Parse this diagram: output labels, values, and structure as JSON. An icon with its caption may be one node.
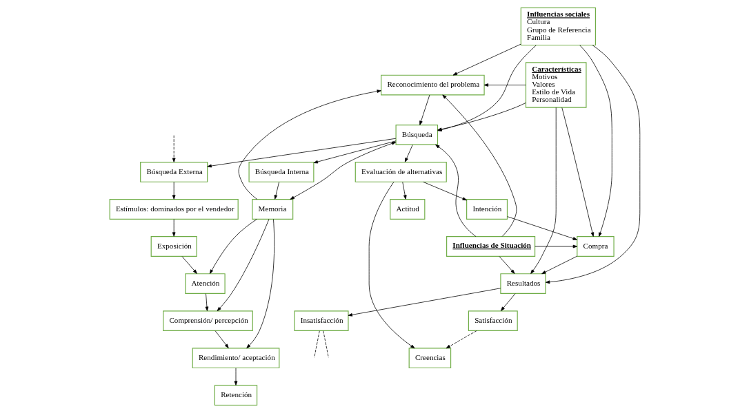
{
  "diagram": {
    "nodes": [
      {
        "text": [
          "Reconocimiento del problema"
        ]
      },
      {
        "text": [
          "Características",
          "Motivos",
          "Valores",
          "Estilo de Vida",
          "Personalidad"
        ]
      },
      {
        "text": [
          "Exposición"
        ]
      },
      {
        "text": [
          "Búsqueda Interna"
        ]
      },
      {
        "text": [
          "Búsqueda"
        ]
      },
      {
        "text": [
          "Atención"
        ]
      },
      {
        "text": [
          "Memoria"
        ]
      },
      {
        "text": [
          "Creencias"
        ]
      },
      {
        "text": [
          "Estímulos: dominados por el vendedor"
        ]
      },
      {
        "text": [
          "Evaluación de alternativas"
        ]
      },
      {
        "text": [
          "Actitud"
        ]
      },
      {
        "text": [
          "Influencias sociales",
          "Cultura",
          "Grupo de Referencia",
          "Familia"
        ]
      },
      {
        "text": [
          "Comprensión/ percepción"
        ]
      },
      {
        "text": [
          "Intención"
        ]
      },
      {
        "text": [
          "Rendimiento/ aceptación"
        ]
      },
      {
        "text": [
          "Compra"
        ]
      },
      {
        "text": [
          "Influencias de Situación"
        ]
      },
      {
        "text": [
          "Resultados"
        ]
      },
      {
        "text": [
          "Retención"
        ]
      },
      {
        "text": [
          "Búsqueda Externa"
        ]
      },
      {
        "text": [
          "Insatisfacción"
        ]
      },
      {
        "text": [
          "Satisfacción"
        ]
      }
    ],
    "edges": [
      {
        "from": 6,
        "to": 0,
        "arrow": "to"
      },
      {
        "from": 0,
        "to": 4,
        "arrow": "to"
      },
      {
        "from": 4,
        "to": 3,
        "arrow": "to"
      },
      {
        "from": 3,
        "to": 6,
        "arrow": "to"
      },
      {
        "from": 6,
        "to": 4,
        "arrow": "both"
      },
      {
        "from": 4,
        "to": 19,
        "arrow": "to"
      },
      {
        "from": 8,
        "to": 2,
        "arrow": "to"
      },
      {
        "from": 2,
        "to": 5,
        "arrow": "to"
      },
      {
        "from": 5,
        "to": 12,
        "arrow": "to"
      },
      {
        "from": 12,
        "to": 14,
        "arrow": "to"
      },
      {
        "from": 14,
        "to": 18,
        "arrow": "to"
      },
      {
        "from": 6,
        "to": 5,
        "arrow": "to"
      },
      {
        "from": 6,
        "to": 12,
        "arrow": "to"
      },
      {
        "from": 6,
        "to": 14,
        "arrow": "to"
      },
      {
        "from": 19,
        "to": 8,
        "arrow": "to"
      },
      {
        "from": null,
        "to": 19,
        "arrow": "to",
        "style": "dashed"
      },
      {
        "from": 4,
        "to": 9,
        "arrow": "to"
      },
      {
        "from": 9,
        "to": 7,
        "arrow": "to"
      },
      {
        "from": 9,
        "to": 10,
        "arrow": "to"
      },
      {
        "from": 9,
        "to": 13,
        "arrow": "to"
      },
      {
        "from": 13,
        "to": 15,
        "arrow": "to"
      },
      {
        "from": 15,
        "to": 17,
        "arrow": "to"
      },
      {
        "from": 17,
        "to": 20,
        "arrow": "to"
      },
      {
        "from": 17,
        "to": 21,
        "arrow": "to"
      },
      {
        "from": 21,
        "to": 7,
        "arrow": "to",
        "style": "dashed"
      },
      {
        "from": 20,
        "to": null,
        "arrow": "none",
        "style": "dashed"
      },
      {
        "from": 20,
        "to": null,
        "arrow": "none",
        "style": "dashed"
      },
      {
        "from": 1,
        "to": 0,
        "arrow": "to"
      },
      {
        "from": 1,
        "to": 4,
        "arrow": "to"
      },
      {
        "from": 1,
        "to": 15,
        "arrow": "to"
      },
      {
        "from": 1,
        "to": 17,
        "arrow": "to"
      },
      {
        "from": 11,
        "to": 0,
        "arrow": "to"
      },
      {
        "from": 11,
        "to": 4,
        "arrow": "to"
      },
      {
        "from": 11,
        "to": 15,
        "arrow": "to"
      },
      {
        "from": 11,
        "to": 17,
        "arrow": "to"
      },
      {
        "from": 16,
        "to": 0,
        "arrow": "to"
      },
      {
        "from": 16,
        "to": 4,
        "arrow": "to"
      },
      {
        "from": 16,
        "to": 15,
        "arrow": "to"
      },
      {
        "from": 16,
        "to": 17,
        "arrow": "to"
      }
    ]
  }
}
